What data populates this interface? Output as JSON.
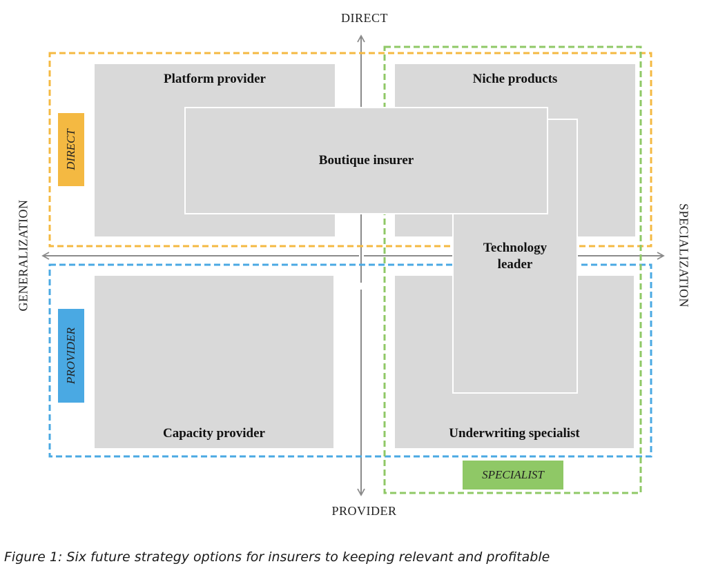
{
  "axes": {
    "top": "DIRECT",
    "bottom": "PROVIDER",
    "left": "GENERALIZATION",
    "right": "SPECIALIZATION"
  },
  "quadrants": {
    "top_left": "Platform provider",
    "top_right": "Niche products",
    "bottom_left": "Capacity provider",
    "bottom_right": "Underwriting specialist"
  },
  "overlays": {
    "boutique": "Boutique insurer",
    "technology": "Technology leader"
  },
  "zones": {
    "direct": "DIRECT",
    "provider": "PROVIDER",
    "specialist": "SPECIALIST"
  },
  "colors": {
    "direct": "#f4b942",
    "provider": "#4aa9e3",
    "specialist": "#8fc866",
    "box": "#d9d9d9",
    "axis": "#8a8a8a"
  },
  "caption": "Figure 1: Six future strategy options for insurers to keeping relevant and profitable"
}
